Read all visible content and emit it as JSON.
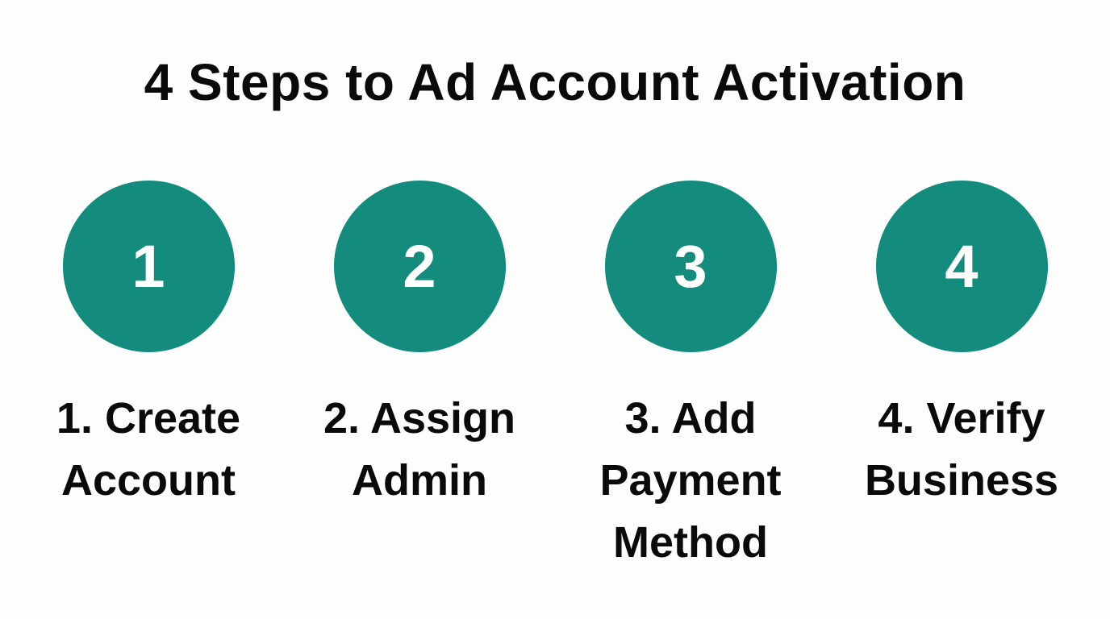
{
  "title": "4 Steps to Ad Account Activation",
  "colors": {
    "circle": "#138c7e",
    "text": "#0a0a0a",
    "number": "#ffffff",
    "background": "#fdfdfd"
  },
  "steps": [
    {
      "number": "1",
      "label_lines": [
        "1. Create",
        "Account"
      ]
    },
    {
      "number": "2",
      "label_lines": [
        "2. Assign",
        "Admin"
      ]
    },
    {
      "number": "3",
      "label_lines": [
        "3. Add",
        "Payment",
        "Method"
      ]
    },
    {
      "number": "4",
      "label_lines": [
        "4. Verify",
        "Business"
      ]
    }
  ]
}
